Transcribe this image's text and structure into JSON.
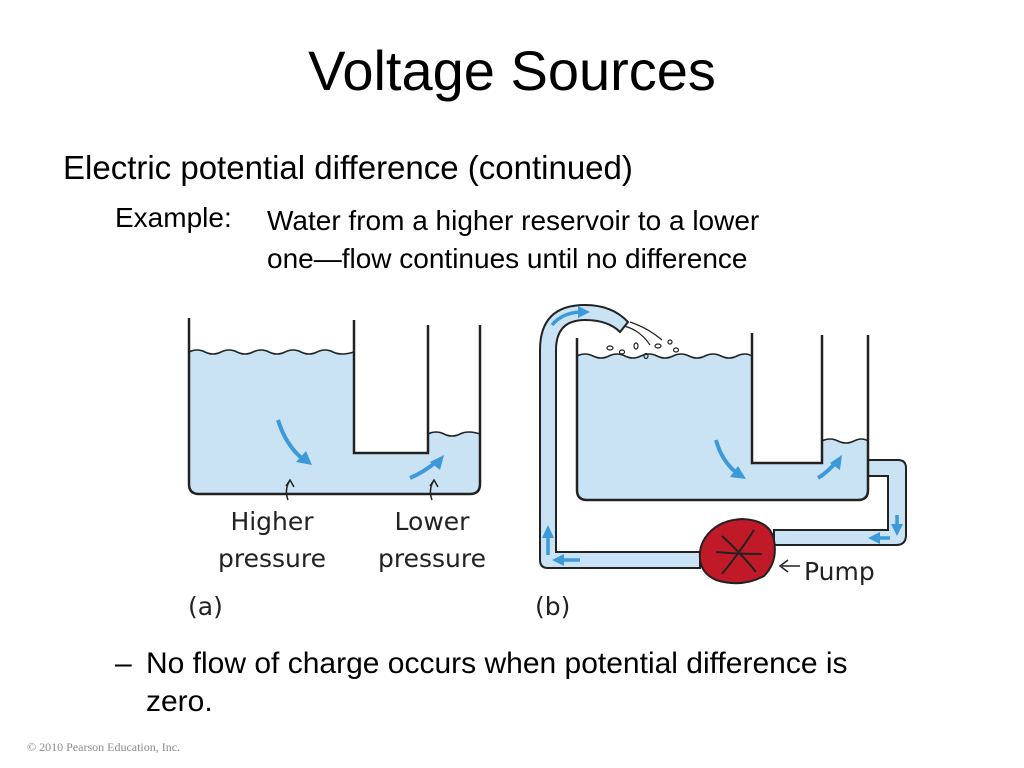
{
  "slide": {
    "title": "Voltage Sources",
    "bullet1": "Electric potential difference (continued)",
    "example_label": "Example:",
    "example_line1": "Water from a higher reservoir to a lower",
    "example_line2": "one—flow continues until no difference",
    "bullet2_dash": "–",
    "bullet2_line1": "No flow of charge occurs when potential difference is",
    "bullet2_line2": "zero.",
    "copyright": "© 2010 Pearson Education, Inc."
  },
  "figure": {
    "panel_a": {
      "higher_line1": "Higher",
      "higher_line2": "pressure",
      "lower_line1": "Lower",
      "lower_line2": "pressure",
      "label": "(a)"
    },
    "panel_b": {
      "pump_label": "Pump",
      "label": "(b)"
    },
    "colors": {
      "water": "#c9e3f5",
      "arrow": "#3d9ad8",
      "pump": "#c01a28",
      "outline": "#222222"
    }
  }
}
